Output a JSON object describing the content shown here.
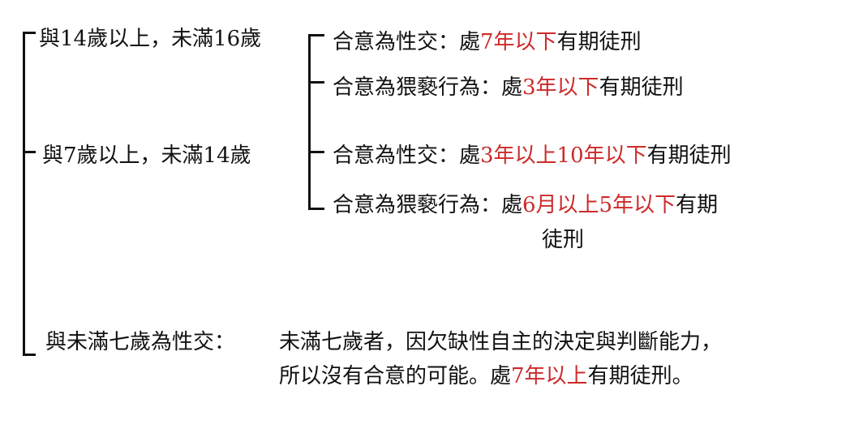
{
  "colors": {
    "text": "#111111",
    "highlight": "#cc2b2b",
    "background": "#ffffff"
  },
  "groups": [
    {
      "label": "與14歲以上，未滿16歲",
      "branches": [
        {
          "pre": "合意為性交：處",
          "red": "7年以下",
          "post": "有期徒刑"
        },
        {
          "pre": "合意為猥褻行為：處",
          "red": "3年以下",
          "post": "有期徒刑"
        }
      ]
    },
    {
      "label": "與7歲以上，未滿14歲",
      "branches": [
        {
          "pre": "合意為性交：處",
          "red": "3年以上10年以下",
          "post": "有期徒刑"
        },
        {
          "pre": "合意為猥褻行為：處",
          "red": "6月以上5年以下",
          "post": "有期",
          "cont": "徒刑"
        }
      ]
    },
    {
      "label": "與未滿七歲為性交：",
      "line1": "未滿七歲者，因欠缺性自主的決定與判斷能力，",
      "line2_pre": "所以沒有合意的可能。處",
      "line2_red": "7年以上",
      "line2_post": "有期徒刑。"
    }
  ]
}
